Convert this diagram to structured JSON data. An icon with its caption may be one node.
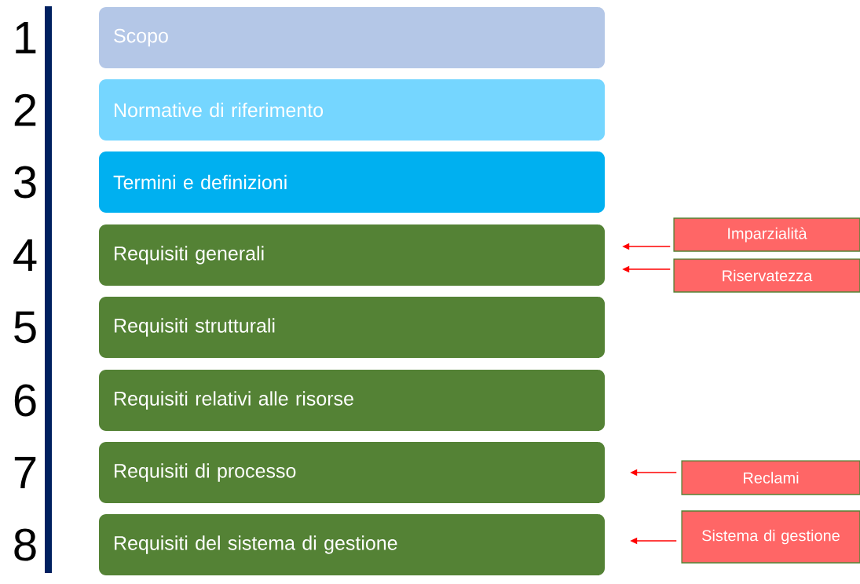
{
  "diagram": {
    "nodes": [
      {
        "text": [
          "Scopo"
        ],
        "beside": [
          "1"
        ]
      },
      {
        "text": [
          "Normative di riferimento"
        ],
        "beside": [
          "2"
        ]
      },
      {
        "text": [
          "Termini e definizioni"
        ],
        "beside": [
          "3"
        ]
      },
      {
        "text": [
          "Requisiti generali"
        ],
        "beside": [
          "4"
        ]
      },
      {
        "text": [
          "Requisiti strutturali"
        ],
        "beside": [
          "5"
        ]
      },
      {
        "text": [
          "Requisiti relativi alle risorse"
        ],
        "beside": [
          "6"
        ]
      },
      {
        "text": [
          "Requisiti di processo"
        ],
        "beside": [
          "7"
        ]
      },
      {
        "text": [
          "Requisiti del sistema di gestione"
        ],
        "beside": [
          "8"
        ]
      },
      {
        "text": [
          "Imparzialità"
        ]
      },
      {
        "text": [
          "Riservatezza"
        ]
      },
      {
        "text": [
          "Reclami"
        ]
      },
      {
        "text": [
          "Sistema di gestione"
        ]
      }
    ],
    "edges": [
      {
        "from": 8,
        "to": 3,
        "arrow": "to"
      },
      {
        "from": 9,
        "to": 3,
        "arrow": "to"
      },
      {
        "from": 10,
        "to": 6,
        "arrow": "to"
      },
      {
        "from": 11,
        "to": 7,
        "arrow": "to"
      }
    ]
  }
}
